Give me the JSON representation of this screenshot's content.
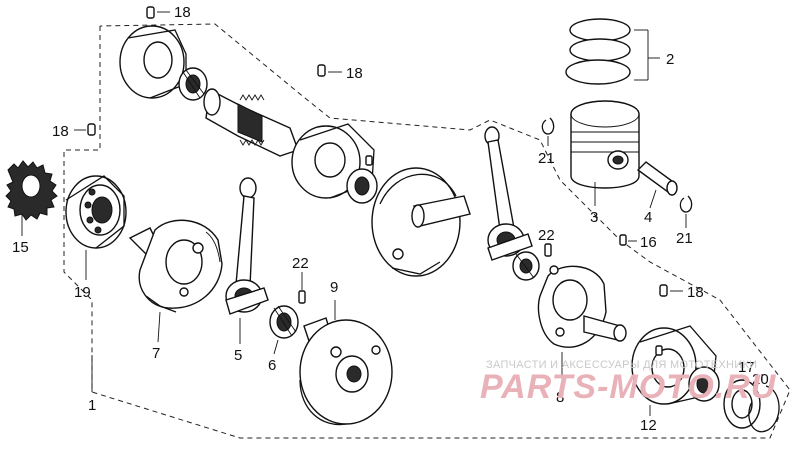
{
  "callouts": [
    {
      "id": "c1",
      "text": "1"
    },
    {
      "id": "c2",
      "text": "2"
    },
    {
      "id": "c3",
      "text": "3"
    },
    {
      "id": "c4",
      "text": "4"
    },
    {
      "id": "c5",
      "text": "5"
    },
    {
      "id": "c6",
      "text": "6"
    },
    {
      "id": "c7",
      "text": "7"
    },
    {
      "id": "c8",
      "text": "8"
    },
    {
      "id": "c9",
      "text": "9"
    },
    {
      "id": "c12",
      "text": "12"
    },
    {
      "id": "c15",
      "text": "15"
    },
    {
      "id": "c16",
      "text": "16"
    },
    {
      "id": "c17",
      "text": "17"
    },
    {
      "id": "c18a",
      "text": "18"
    },
    {
      "id": "c18b",
      "text": "18"
    },
    {
      "id": "c18c",
      "text": "18"
    },
    {
      "id": "c18d",
      "text": "18"
    },
    {
      "id": "c19",
      "text": "19"
    },
    {
      "id": "c20",
      "text": "20"
    },
    {
      "id": "c21a",
      "text": "21"
    },
    {
      "id": "c21b",
      "text": "21"
    },
    {
      "id": "c22a",
      "text": "22"
    },
    {
      "id": "c22b",
      "text": "22"
    }
  ],
  "watermark": {
    "subtitle": "ЗАПЧАСТИ И АКСЕССУАРЫ ДЛЯ МОТОТЕХНИКИ",
    "brand": "PARTS-MOTO.RU"
  }
}
